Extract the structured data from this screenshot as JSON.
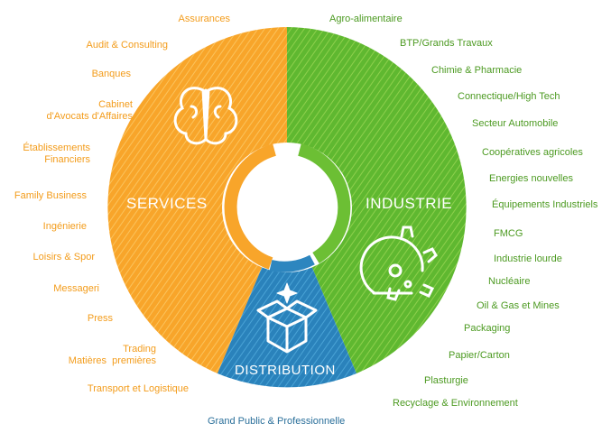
{
  "segments": {
    "services": {
      "title": "SERVICES",
      "color": "#f7a426",
      "icon": "brain-icon",
      "items": [
        "Assurances",
        "Audit & Consulting",
        "Banques",
        "Cabinet\nd'Avocats d'Affaires",
        "Établissements\nFinanciers",
        "Family  Business",
        "Ingénierie",
        "Loisirs & Spor",
        "Messageri",
        "Press",
        "Trading\nMatières  premières",
        "Transport et Logistique"
      ]
    },
    "industrie": {
      "title": "INDUSTRIE",
      "color": "#6cbf34",
      "icon": "gear-flask-icon",
      "items": [
        "Agro-alimentaire",
        "BTP/Grands Travaux",
        "Chimie & Pharmacie",
        "Connectique/High Tech",
        "Secteur Automobile",
        "Coopératives agricoles",
        "Energies nouvelles",
        "Équipements Industriels",
        "FMCG",
        "Industrie lourde",
        "Nucléaire",
        "Oil & Gas et Mines",
        "Packaging",
        "Papier/Carton",
        "Plasturgie",
        "Recyclage & Environnement"
      ]
    },
    "distribution": {
      "title": "DISTRIBUTION",
      "color": "#2d86bf",
      "icon": "box-icon",
      "items": [
        "Grand Public & Professionnelle"
      ]
    }
  }
}
